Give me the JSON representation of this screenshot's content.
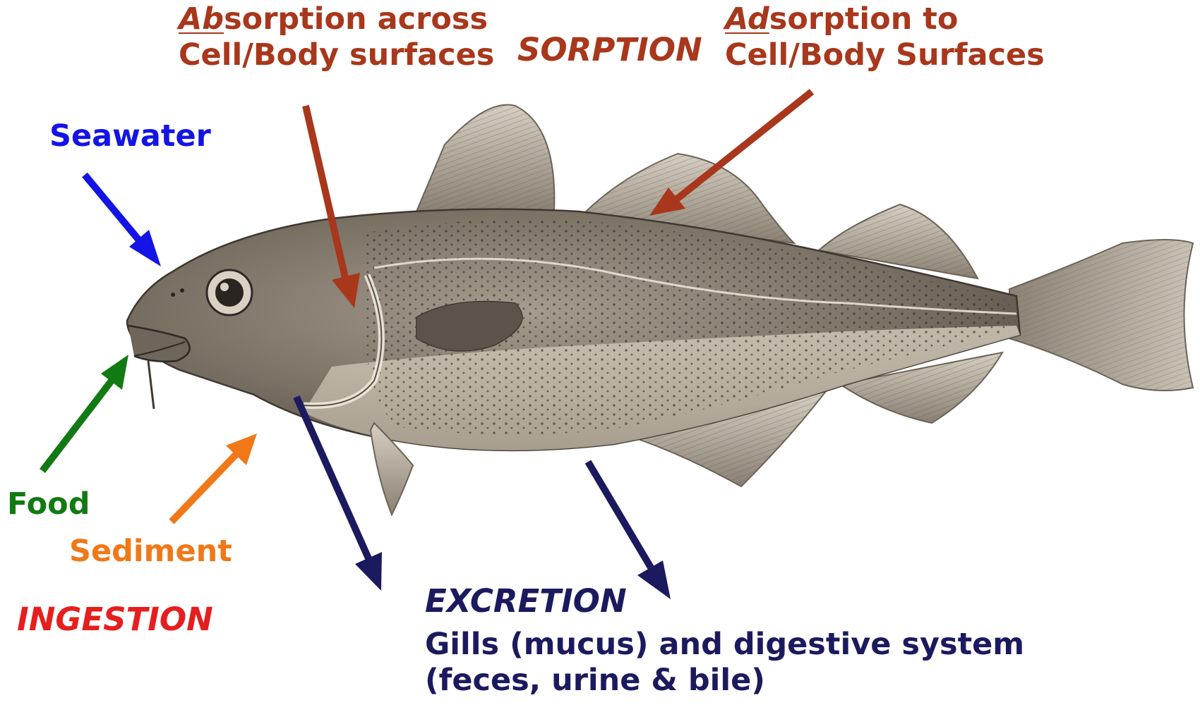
{
  "colors": {
    "sorption": "#a8371c",
    "seawater": "#1414e6",
    "food": "#127a12",
    "sediment": "#f07818",
    "ingestion": "#e61e1e",
    "excretion": "#1c1a5e"
  },
  "sorption": {
    "heading": "SORPTION",
    "absorption": {
      "prefix": "Ab",
      "rest": "sorption across",
      "line2": "Cell/Body surfaces"
    },
    "adsorption": {
      "prefix": "Ad",
      "rest": "sorption to",
      "line2": "Cell/Body Surfaces"
    }
  },
  "ingestion": {
    "heading": "INGESTION",
    "seawater": "Seawater",
    "food": "Food",
    "sediment": "Sediment"
  },
  "excretion": {
    "heading": "EXCRETION",
    "line1": "Gills (mucus) and digestive system",
    "line2": "(feces, urine & bile)"
  },
  "illustration": "cod-fish-engraving"
}
